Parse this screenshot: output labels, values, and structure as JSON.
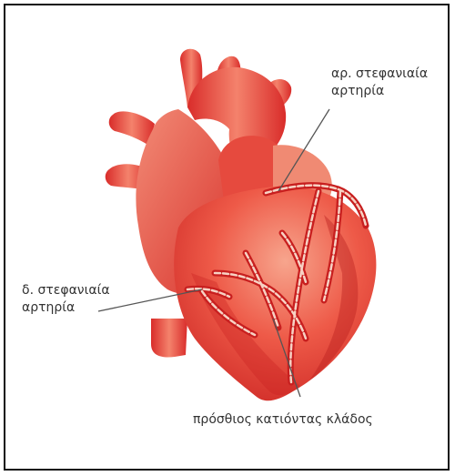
{
  "labels": {
    "left_coronary": [
      "αρ. στεφανιαία",
      "αρτηρία"
    ],
    "right_coronary": [
      "δ. στεφανιαία",
      "αρτηρία"
    ],
    "anterior_descending": "πρόσθιος κατιόντας κλάδος"
  },
  "colors": {
    "heart_base": "#e8413c",
    "heart_dark": "#c81f1f",
    "heart_light": "#f6a08a",
    "vessel_highlight": "#f7d2c4",
    "leader_line": "#555555",
    "frame": "#111111"
  }
}
